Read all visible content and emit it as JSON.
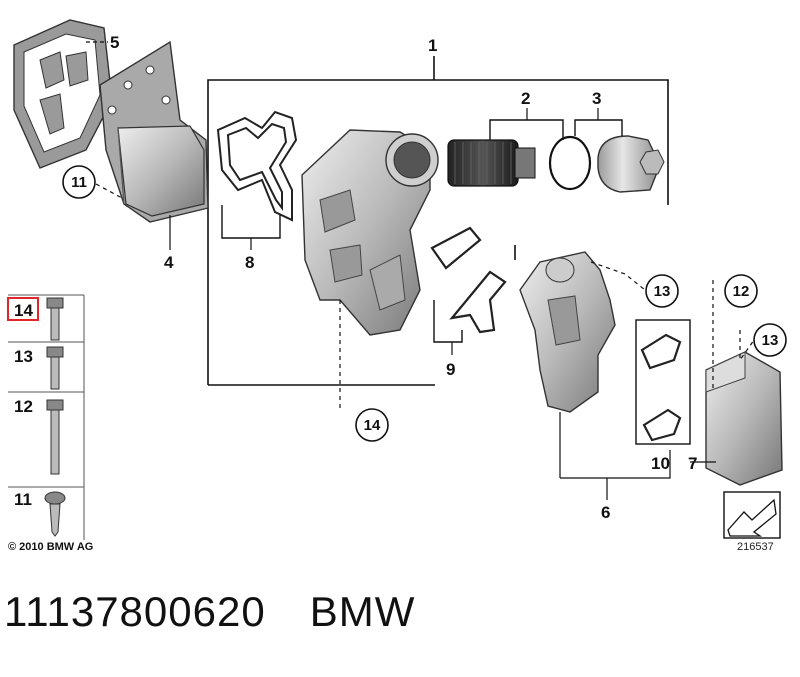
{
  "diagram": {
    "part_labels": {
      "p1": "1",
      "p2": "2",
      "p3": "3",
      "p4": "4",
      "p5": "5",
      "p6": "6",
      "p7": "7",
      "p8": "8",
      "p9": "9",
      "p10": "10",
      "c11": "11",
      "c12": "12",
      "c13a": "13",
      "c13b": "13",
      "c14": "14"
    },
    "fastener_legend": [
      {
        "number": "14",
        "highlighted": true
      },
      {
        "number": "13",
        "highlighted": false
      },
      {
        "number": "12",
        "highlighted": false
      },
      {
        "number": "11",
        "highlighted": false
      }
    ],
    "copyright": "© 2010 BMW AG",
    "catalog_number": "216537",
    "highlight_color": "#e0262b"
  },
  "footer": {
    "part_number": "11137800620",
    "brand": "BMW"
  }
}
